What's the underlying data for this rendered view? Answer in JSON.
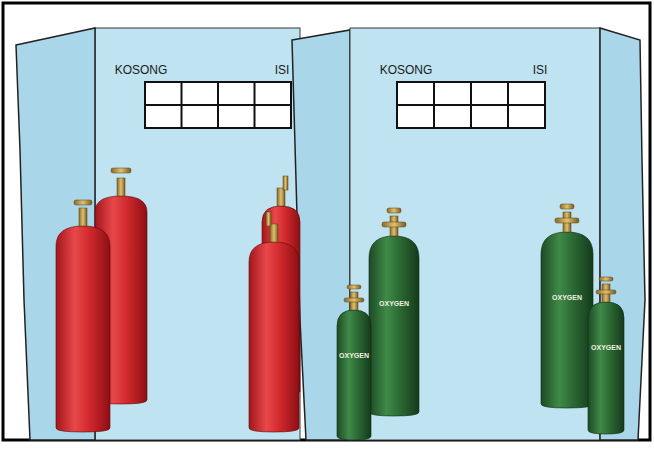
{
  "diagram": {
    "labels": [
      "KOSONG",
      "ISI",
      "KOSONG",
      "ISI",
      "OXYGEN",
      "OXYGEN",
      "OXYGEN",
      "OXYGEN"
    ]
  }
}
